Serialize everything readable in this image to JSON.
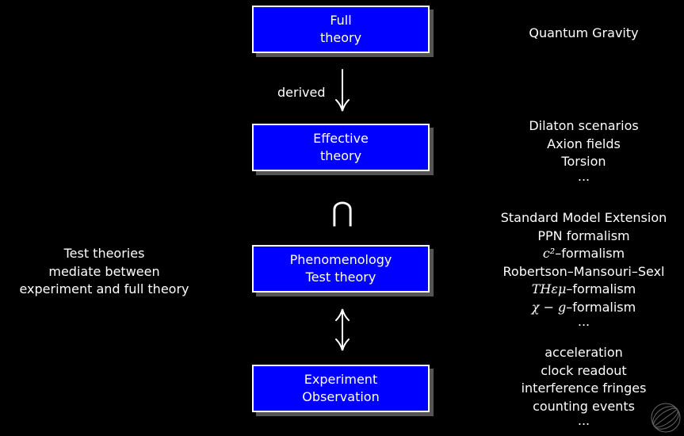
{
  "boxes": {
    "full": {
      "line1": "Full",
      "line2": "theory"
    },
    "effective": {
      "line1": "Effective",
      "line2": "theory"
    },
    "phenomenology": {
      "line1": "Phenomenology",
      "line2": "Test theory"
    },
    "experiment": {
      "line1": "Experiment",
      "line2": "Observation"
    }
  },
  "arrow_label": "derived",
  "subset_symbol": "⋂",
  "left_note": [
    "Test theories",
    "mediate between",
    "experiment and full theory"
  ],
  "right": {
    "full": [
      "Quantum Gravity"
    ],
    "effective": [
      "Dilaton scenarios",
      "Axion fields",
      "Torsion",
      "..."
    ],
    "phenomenology": {
      "l1": "Standard Model Extension",
      "l2": "PPN formalism",
      "l3_math": "c²",
      "l3_text": "–formalism",
      "l4": "Robertson–Mansouri–Sexl",
      "l5_math": "THεμ",
      "l5_text": "–formalism",
      "l6_math": "χ − g",
      "l6_text": "–formalism",
      "l7": "..."
    },
    "experiment": [
      "acceleration",
      "clock readout",
      "interference fringes",
      "counting events",
      "..."
    ]
  }
}
